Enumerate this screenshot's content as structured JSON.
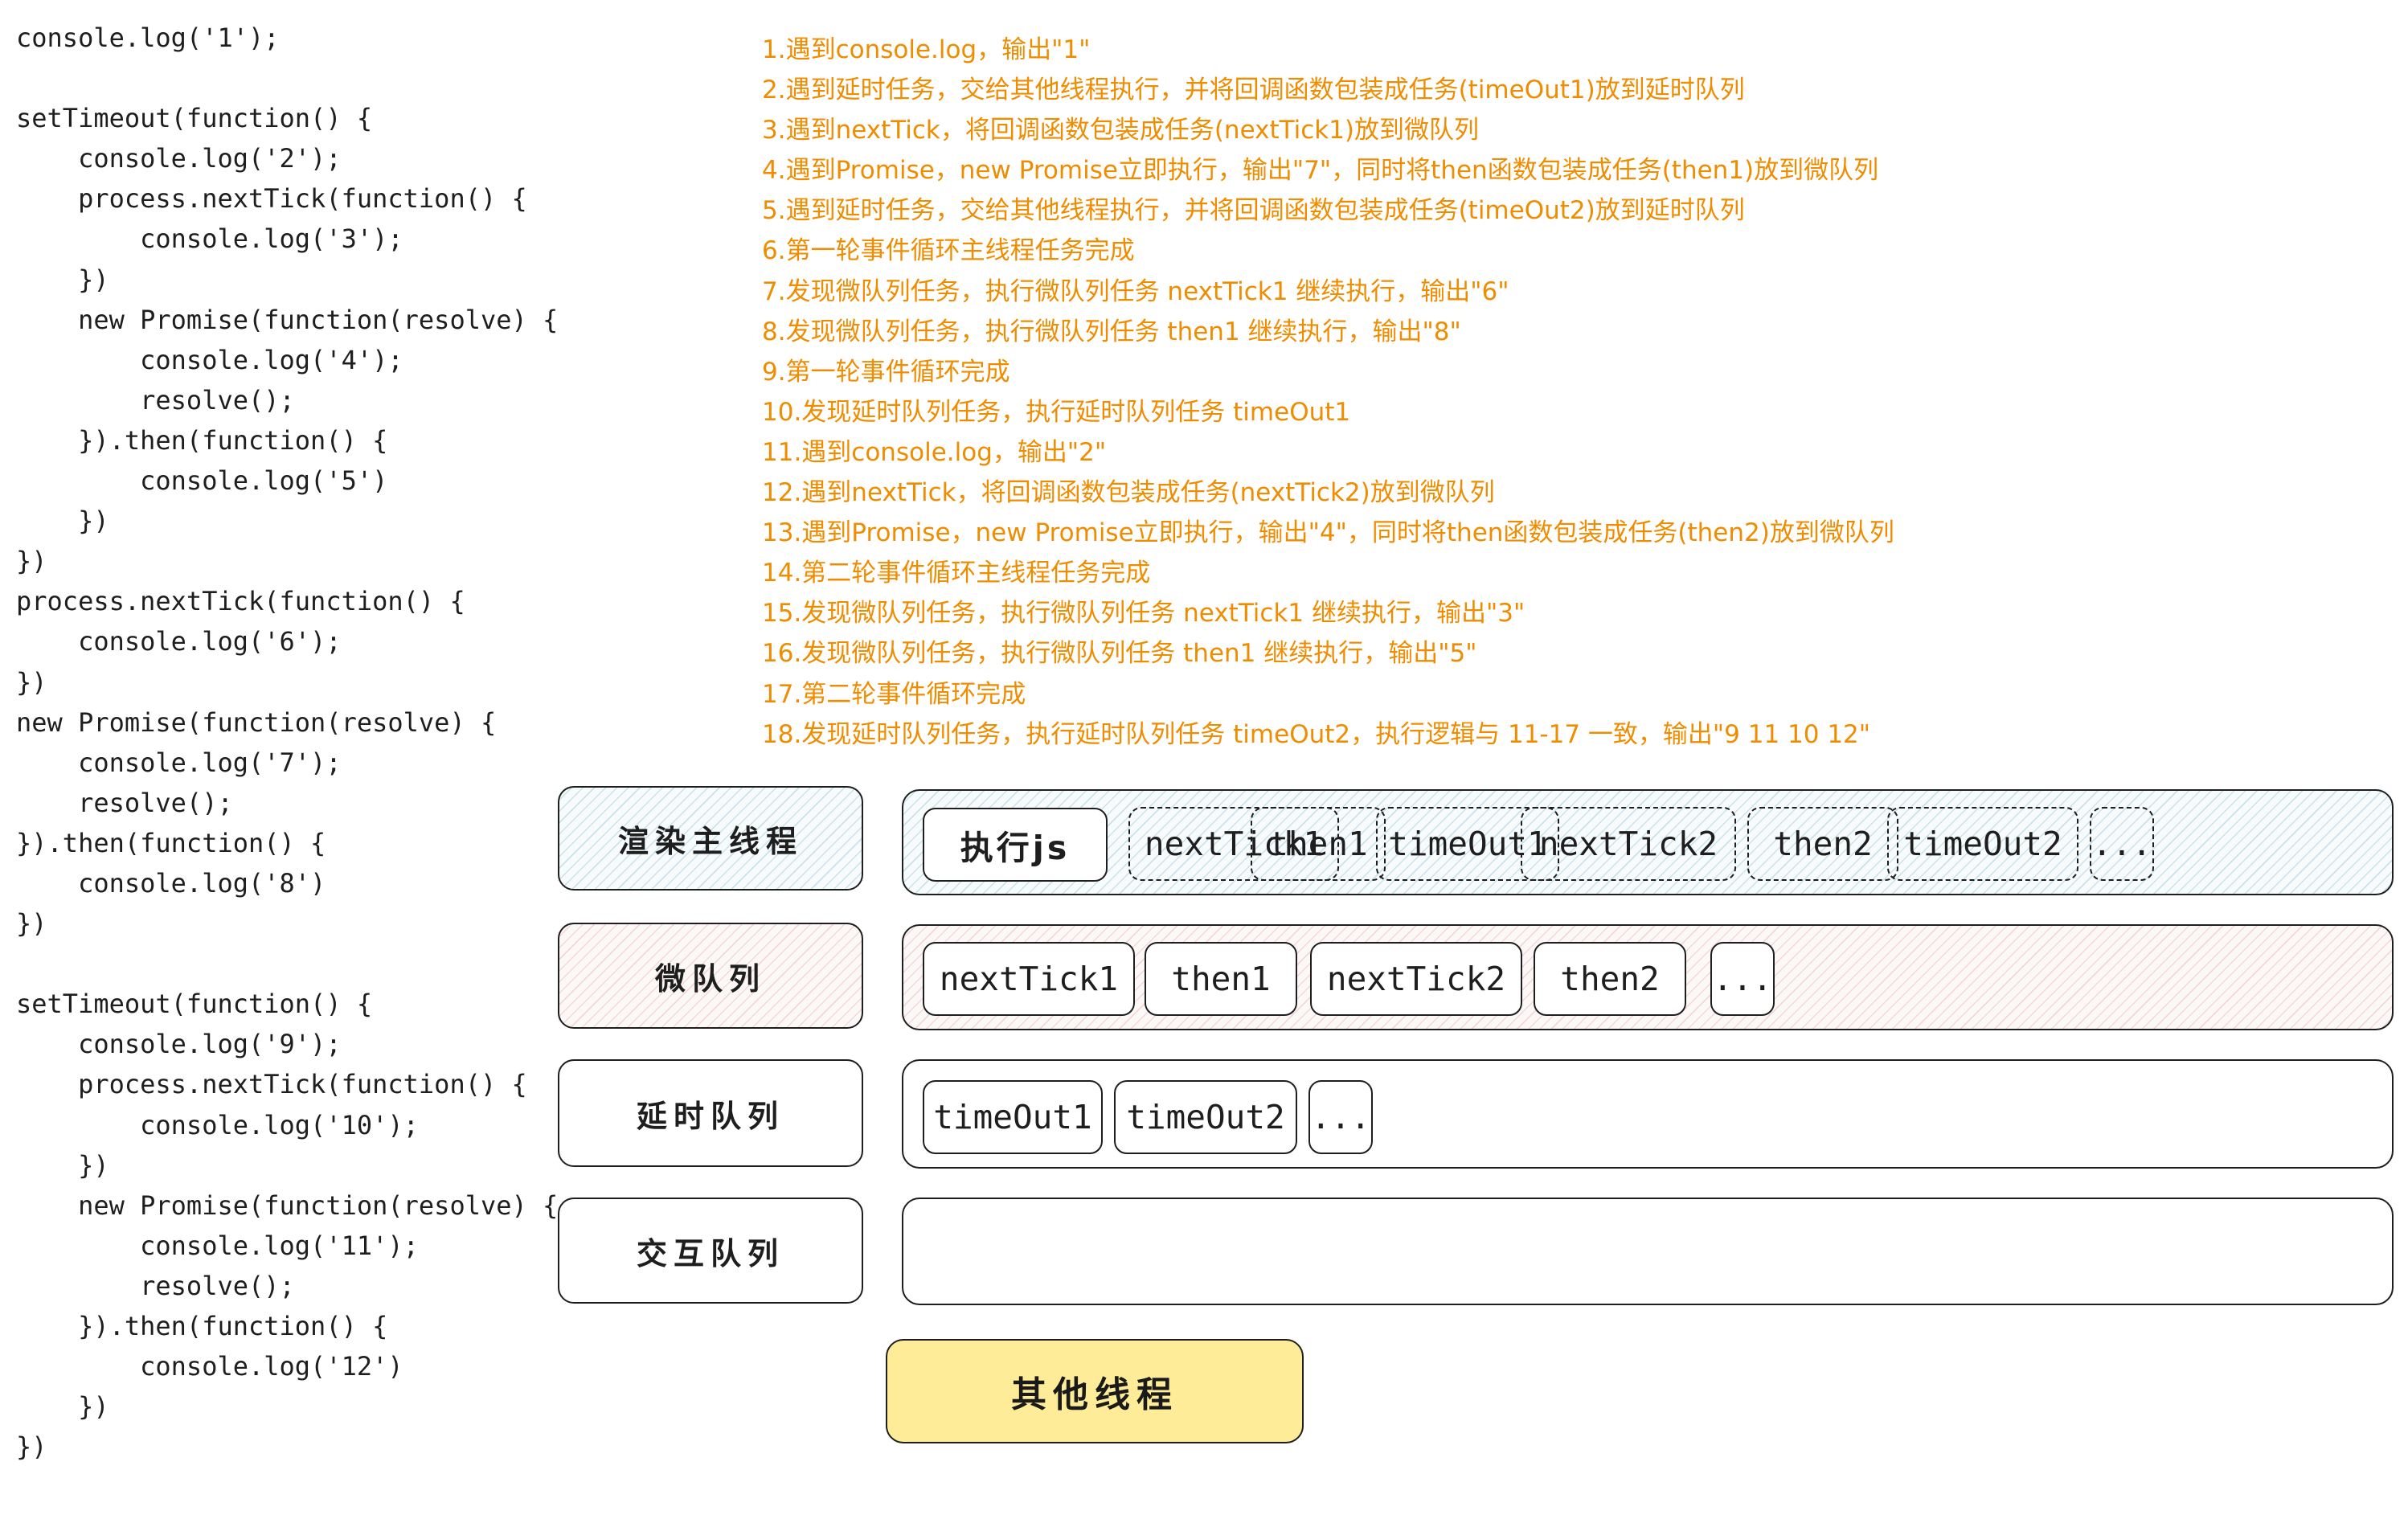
{
  "code_lines": [
    "console.log('1');",
    "",
    "setTimeout(function() {",
    "    console.log('2');",
    "    process.nextTick(function() {",
    "        console.log('3');",
    "    })",
    "    new Promise(function(resolve) {",
    "        console.log('4');",
    "        resolve();",
    "    }).then(function() {",
    "        console.log('5')",
    "    })",
    "})",
    "process.nextTick(function() {",
    "    console.log('6');",
    "})",
    "new Promise(function(resolve) {",
    "    console.log('7');",
    "    resolve();",
    "}).then(function() {",
    "    console.log('8')",
    "})",
    "",
    "setTimeout(function() {",
    "    console.log('9');",
    "    process.nextTick(function() {",
    "        console.log('10');",
    "    })",
    "    new Promise(function(resolve) {",
    "        console.log('11');",
    "        resolve();",
    "    }).then(function() {",
    "        console.log('12')",
    "    })",
    "})"
  ],
  "steps": [
    "1.遇到console.log，输出\"1\"",
    "2.遇到延时任务，交给其他线程执行，并将回调函数包装成任务(timeOut1)放到延时队列",
    "3.遇到nextTick，将回调函数包装成任务(nextTick1)放到微队列",
    "4.遇到Promise，new Promise立即执行，输出\"7\"，同时将then函数包装成任务(then1)放到微队列",
    "5.遇到延时任务，交给其他线程执行，并将回调函数包装成任务(timeOut2)放到延时队列",
    "6.第一轮事件循环主线程任务完成",
    "7.发现微队列任务，执行微队列任务 nextTick1 继续执行，输出\"6\"",
    "8.发现微队列任务，执行微队列任务 then1 继续执行，输出\"8\"",
    "9.第一轮事件循环完成",
    "10.发现延时队列任务，执行延时队列任务 timeOut1",
    "11.遇到console.log，输出\"2\"",
    "12.遇到nextTick，将回调函数包装成任务(nextTick2)放到微队列",
    "13.遇到Promise，new Promise立即执行，输出\"4\"，同时将then函数包装成任务(then2)放到微队列",
    "14.第二轮事件循环主线程任务完成",
    "15.发现微队列任务，执行微队列任务 nextTick1 继续执行，输出\"3\"",
    "16.发现微队列任务，执行微队列任务 then1 继续执行，输出\"5\"",
    "17.第二轮事件循环完成",
    "18.发现延时队列任务，执行延时队列任务 timeOut2，执行逻辑与 11-17 一致，输出\"9 11 10 12\""
  ],
  "labels": {
    "main_thread": "渲染主线程",
    "micro_queue": "微队列",
    "delay_queue": "延时队列",
    "interaction_queue": "交互队列",
    "other_thread": "其他线程"
  },
  "main_lane": {
    "current": "执行js",
    "pending": [
      "nextTick1",
      "then1",
      "timeOut1",
      "nextTick2",
      "then2",
      "timeOut2",
      "..."
    ]
  },
  "micro_lane": [
    "nextTick1",
    "then1",
    "nextTick2",
    "then2",
    "..."
  ],
  "delay_lane": [
    "timeOut1",
    "timeOut2",
    "..."
  ],
  "colors": {
    "step_text": "#f08c00",
    "other_thread_fill": "#ffec99"
  }
}
